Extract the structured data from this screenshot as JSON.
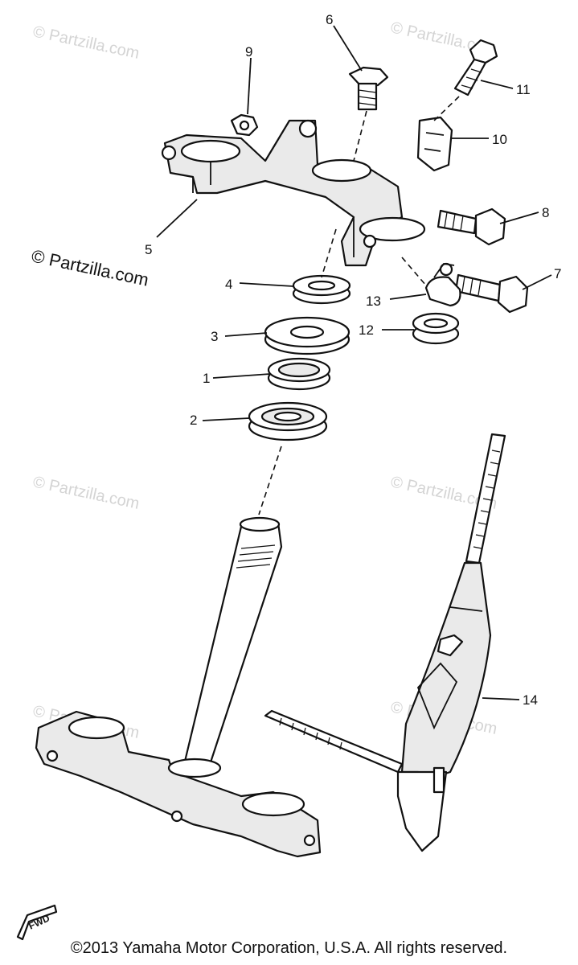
{
  "watermarks": {
    "faint_text": "© Partzilla.com",
    "strong_text": "© Partzilla.com"
  },
  "callouts": [
    {
      "id": "1",
      "label": "1"
    },
    {
      "id": "2",
      "label": "2"
    },
    {
      "id": "3",
      "label": "3"
    },
    {
      "id": "4",
      "label": "4"
    },
    {
      "id": "5",
      "label": "5"
    },
    {
      "id": "6",
      "label": "6"
    },
    {
      "id": "7",
      "label": "7"
    },
    {
      "id": "8",
      "label": "8"
    },
    {
      "id": "9",
      "label": "9"
    },
    {
      "id": "10",
      "label": "10"
    },
    {
      "id": "11",
      "label": "11"
    },
    {
      "id": "12",
      "label": "12"
    },
    {
      "id": "13",
      "label": "13"
    },
    {
      "id": "14",
      "label": "14"
    }
  ],
  "fwd_label": "FWD",
  "copyright": "©2013 Yamaha Motor Corporation, U.S.A. All rights reserved.",
  "colors": {
    "ink": "#111111",
    "watermark": "#d4d4d4",
    "background": "#ffffff"
  }
}
